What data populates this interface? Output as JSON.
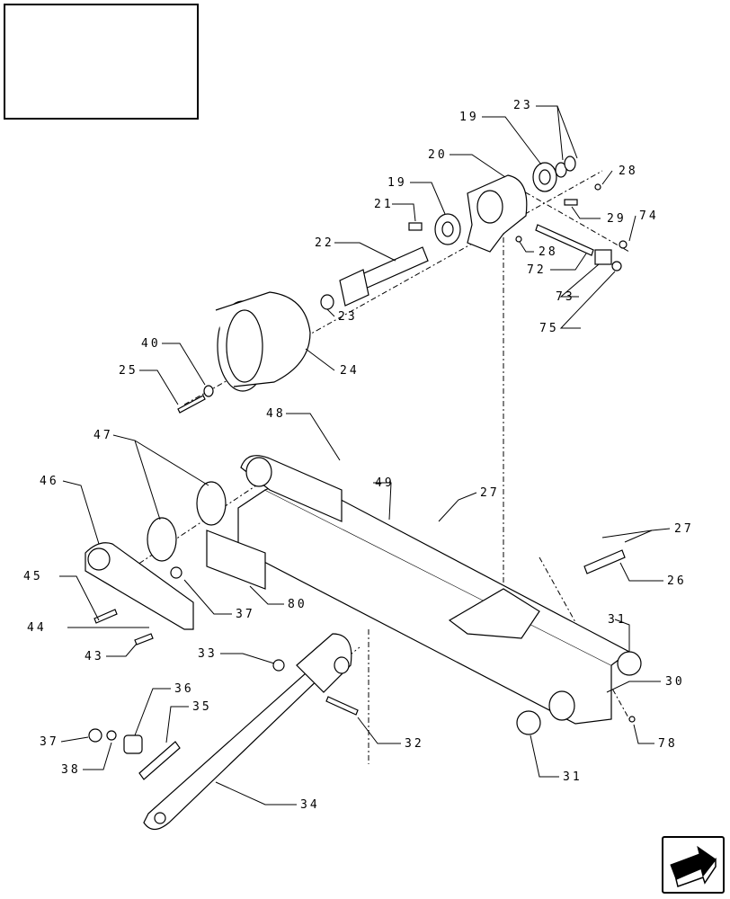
{
  "title_box": {
    "text": ""
  },
  "callouts": [
    "19",
    "23",
    "20",
    "28",
    "19",
    "21",
    "29",
    "74",
    "22",
    "28",
    "72",
    "73",
    "23",
    "75",
    "40",
    "24",
    "25",
    "48",
    "47",
    "49",
    "27",
    "46",
    "27",
    "26",
    "45",
    "37",
    "80",
    "44",
    "43",
    "31",
    "33",
    "36",
    "30",
    "35",
    "37",
    "32",
    "78",
    "38",
    "31",
    "34"
  ],
  "nav": {
    "icon": "next-page-arrow-icon"
  }
}
